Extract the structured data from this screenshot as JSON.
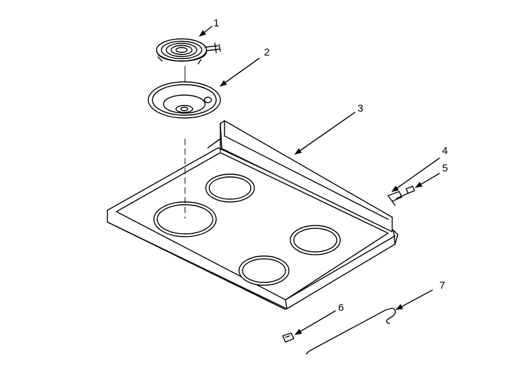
{
  "diagram": {
    "callouts": [
      {
        "id": "c1",
        "label": "1",
        "part": "surface-element"
      },
      {
        "id": "c2",
        "label": "2",
        "part": "drip-bowl"
      },
      {
        "id": "c3",
        "label": "3",
        "part": "cooktop"
      },
      {
        "id": "c4",
        "label": "4",
        "part": "clip"
      },
      {
        "id": "c5",
        "label": "5",
        "part": "screw"
      },
      {
        "id": "c6",
        "label": "6",
        "part": "hinge-bracket"
      },
      {
        "id": "c7",
        "label": "7",
        "part": "support-rod"
      }
    ]
  }
}
